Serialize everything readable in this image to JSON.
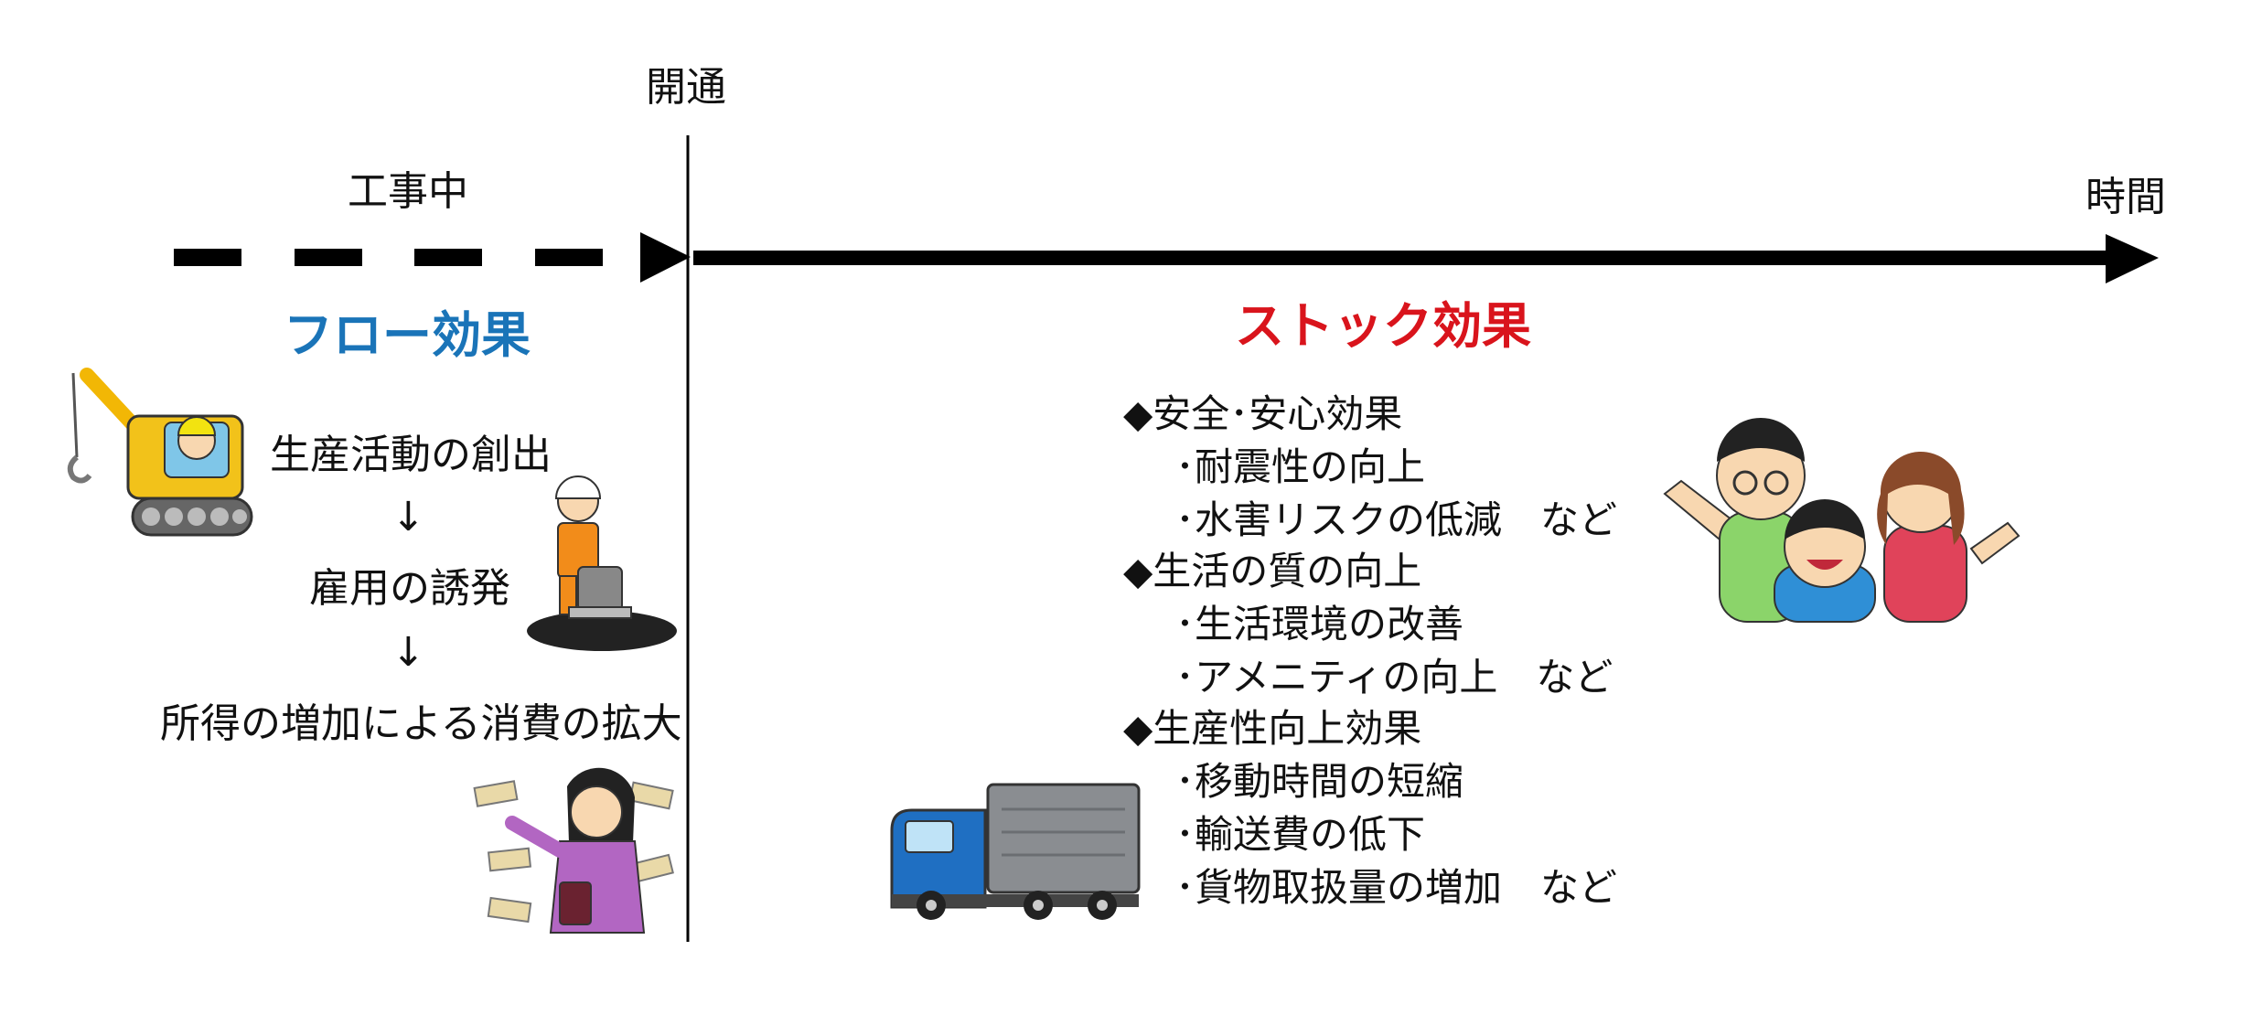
{
  "timeline": {
    "opening_label": "開通",
    "construction_label": "工事中",
    "time_label": "時間"
  },
  "flow": {
    "title": "フロー効果",
    "title_color": "#1a74b8",
    "steps": [
      "生産活動の創出",
      "雇用の誘発",
      "所得の増加による消費の拡大"
    ],
    "arrow_glyph": "↓"
  },
  "stock": {
    "title": "ストック効果",
    "title_color": "#d9141c",
    "groups": [
      {
        "heading": "◆安全･安心効果",
        "items": [
          "･耐震性の向上",
          "･水害リスクの低減　など"
        ]
      },
      {
        "heading": "◆生活の質の向上",
        "items": [
          "･生活環境の改善",
          "･アメニティの向上　など"
        ]
      },
      {
        "heading": "◆生産性向上効果",
        "items": [
          "･移動時間の短縮",
          "･輸送費の低下",
          "･貨物取扱量の増加　など"
        ]
      }
    ]
  },
  "illustrations": [
    "crane-truck-icon",
    "road-worker-icon",
    "shopping-woman-icon",
    "cargo-truck-icon",
    "happy-family-icon"
  ]
}
